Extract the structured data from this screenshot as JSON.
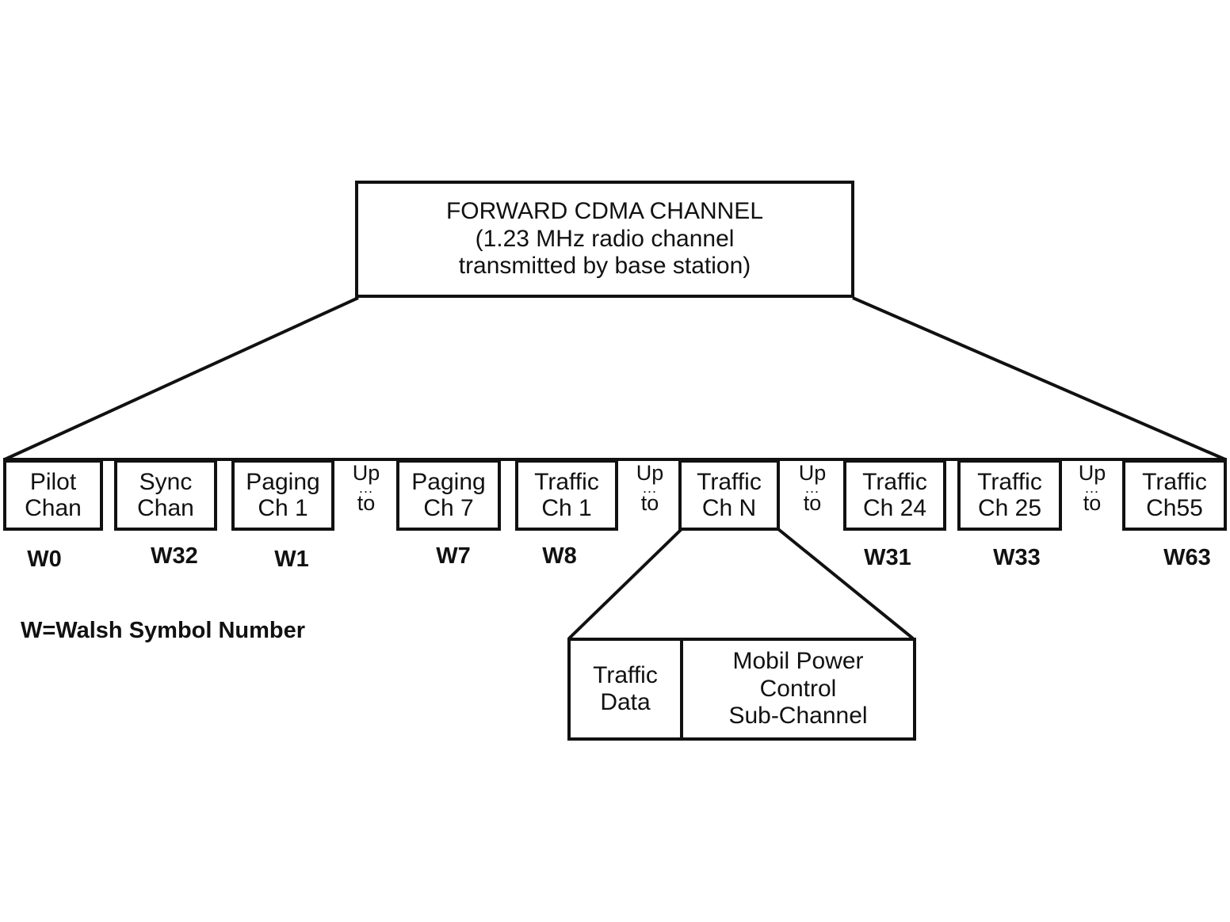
{
  "diagram": {
    "root": {
      "title": "FORWARD CDMA CHANNEL",
      "line2": "(1.23 MHz radio channel",
      "line3": "transmitted by base station)"
    },
    "channels": [
      {
        "line1": "Pilot",
        "line2": "Chan",
        "walsh": "W0"
      },
      {
        "line1": "Sync",
        "line2": "Chan",
        "walsh": "W32"
      },
      {
        "line1": "Paging",
        "line2": "Ch 1",
        "walsh": "W1"
      },
      {
        "line1": "Paging",
        "line2": "Ch 7",
        "walsh": "W7"
      },
      {
        "line1": "Traffic",
        "line2": "Ch 1",
        "walsh": "W8"
      },
      {
        "line1": "Traffic",
        "line2": "Ch N",
        "walsh": ""
      },
      {
        "line1": "Traffic",
        "line2": "Ch 24",
        "walsh": "W31"
      },
      {
        "line1": "Traffic",
        "line2": "Ch 25",
        "walsh": "W33"
      },
      {
        "line1": "Traffic",
        "line2": "Ch55",
        "walsh": "W63"
      }
    ],
    "separator": {
      "top": "Up",
      "dots": "...",
      "bottom": "to"
    },
    "legend": "W=Walsh Symbol Number",
    "sub_channels": {
      "traffic_data": {
        "line1": "Traffic",
        "line2": "Data"
      },
      "power_control": {
        "line1": "Mobil Power",
        "line2": "Control",
        "line3": "Sub-Channel"
      }
    }
  }
}
